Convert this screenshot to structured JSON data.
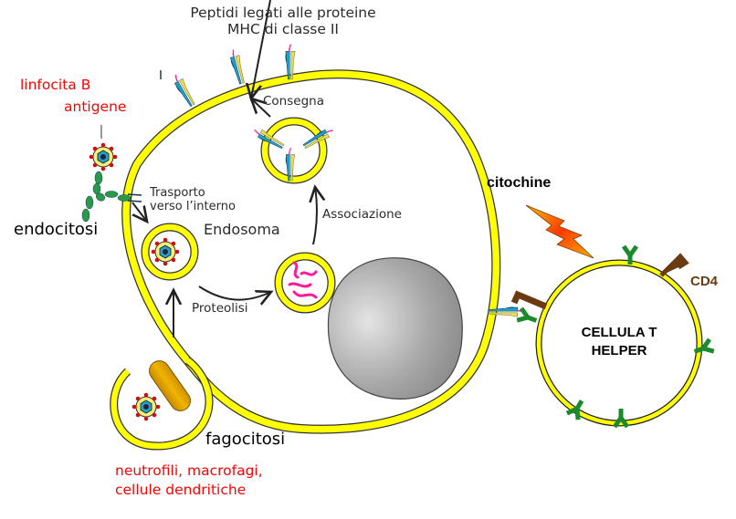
{
  "title": {
    "line1": "Peptidi legati alle proteine",
    "line2": "MHC di classe II"
  },
  "labels": {
    "b_cell": "linfocita B",
    "antigen": "antigene",
    "endocytosis": "endocitosi",
    "transport_line1": "Trasporto",
    "transport_line2": "verso l’interno",
    "endosome": "Endosoma",
    "proteolysis": "Proteolisi",
    "association": "Associazione",
    "delivery": "Consegna",
    "cytokines": "citochine",
    "cd4": "CD4",
    "t_helper_line1": "CELLULA T",
    "t_helper_line2": "HELPER",
    "phagocytosis": "fagocitosi",
    "phagocytes_line1": "neutrofili, macrofagi,",
    "phagocytes_line2": "cellule dendritiche"
  },
  "colors": {
    "membrane": "#ffff00",
    "membrane_outline": "#333333",
    "label_red": "#ff0000",
    "mhc_alpha": "#1fa0c8",
    "mhc_beta": "#f0e040",
    "peptide": "#ff1a9a",
    "receptor_green": "#1a8a2a",
    "cd4_brown": "#6b3a10",
    "antibody_green": "#2a9a4a",
    "bacterium": "#e0a000",
    "nucleus": "#a8a8a8"
  }
}
